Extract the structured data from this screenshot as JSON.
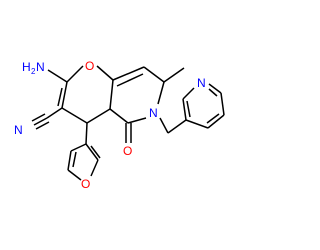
{
  "atom_labels": {
    "h2n": "H",
    "h2n_sub": "2",
    "amine_n": "N",
    "nitrile_n": "N",
    "ring_o": "O",
    "furan_o": "O",
    "carbonyl_o": "O",
    "amide_n": "N",
    "pyridine_n": "N"
  },
  "colors": {
    "bond": "#000000",
    "nitrogen": "#0000ff",
    "oxygen": "#ff0000"
  }
}
